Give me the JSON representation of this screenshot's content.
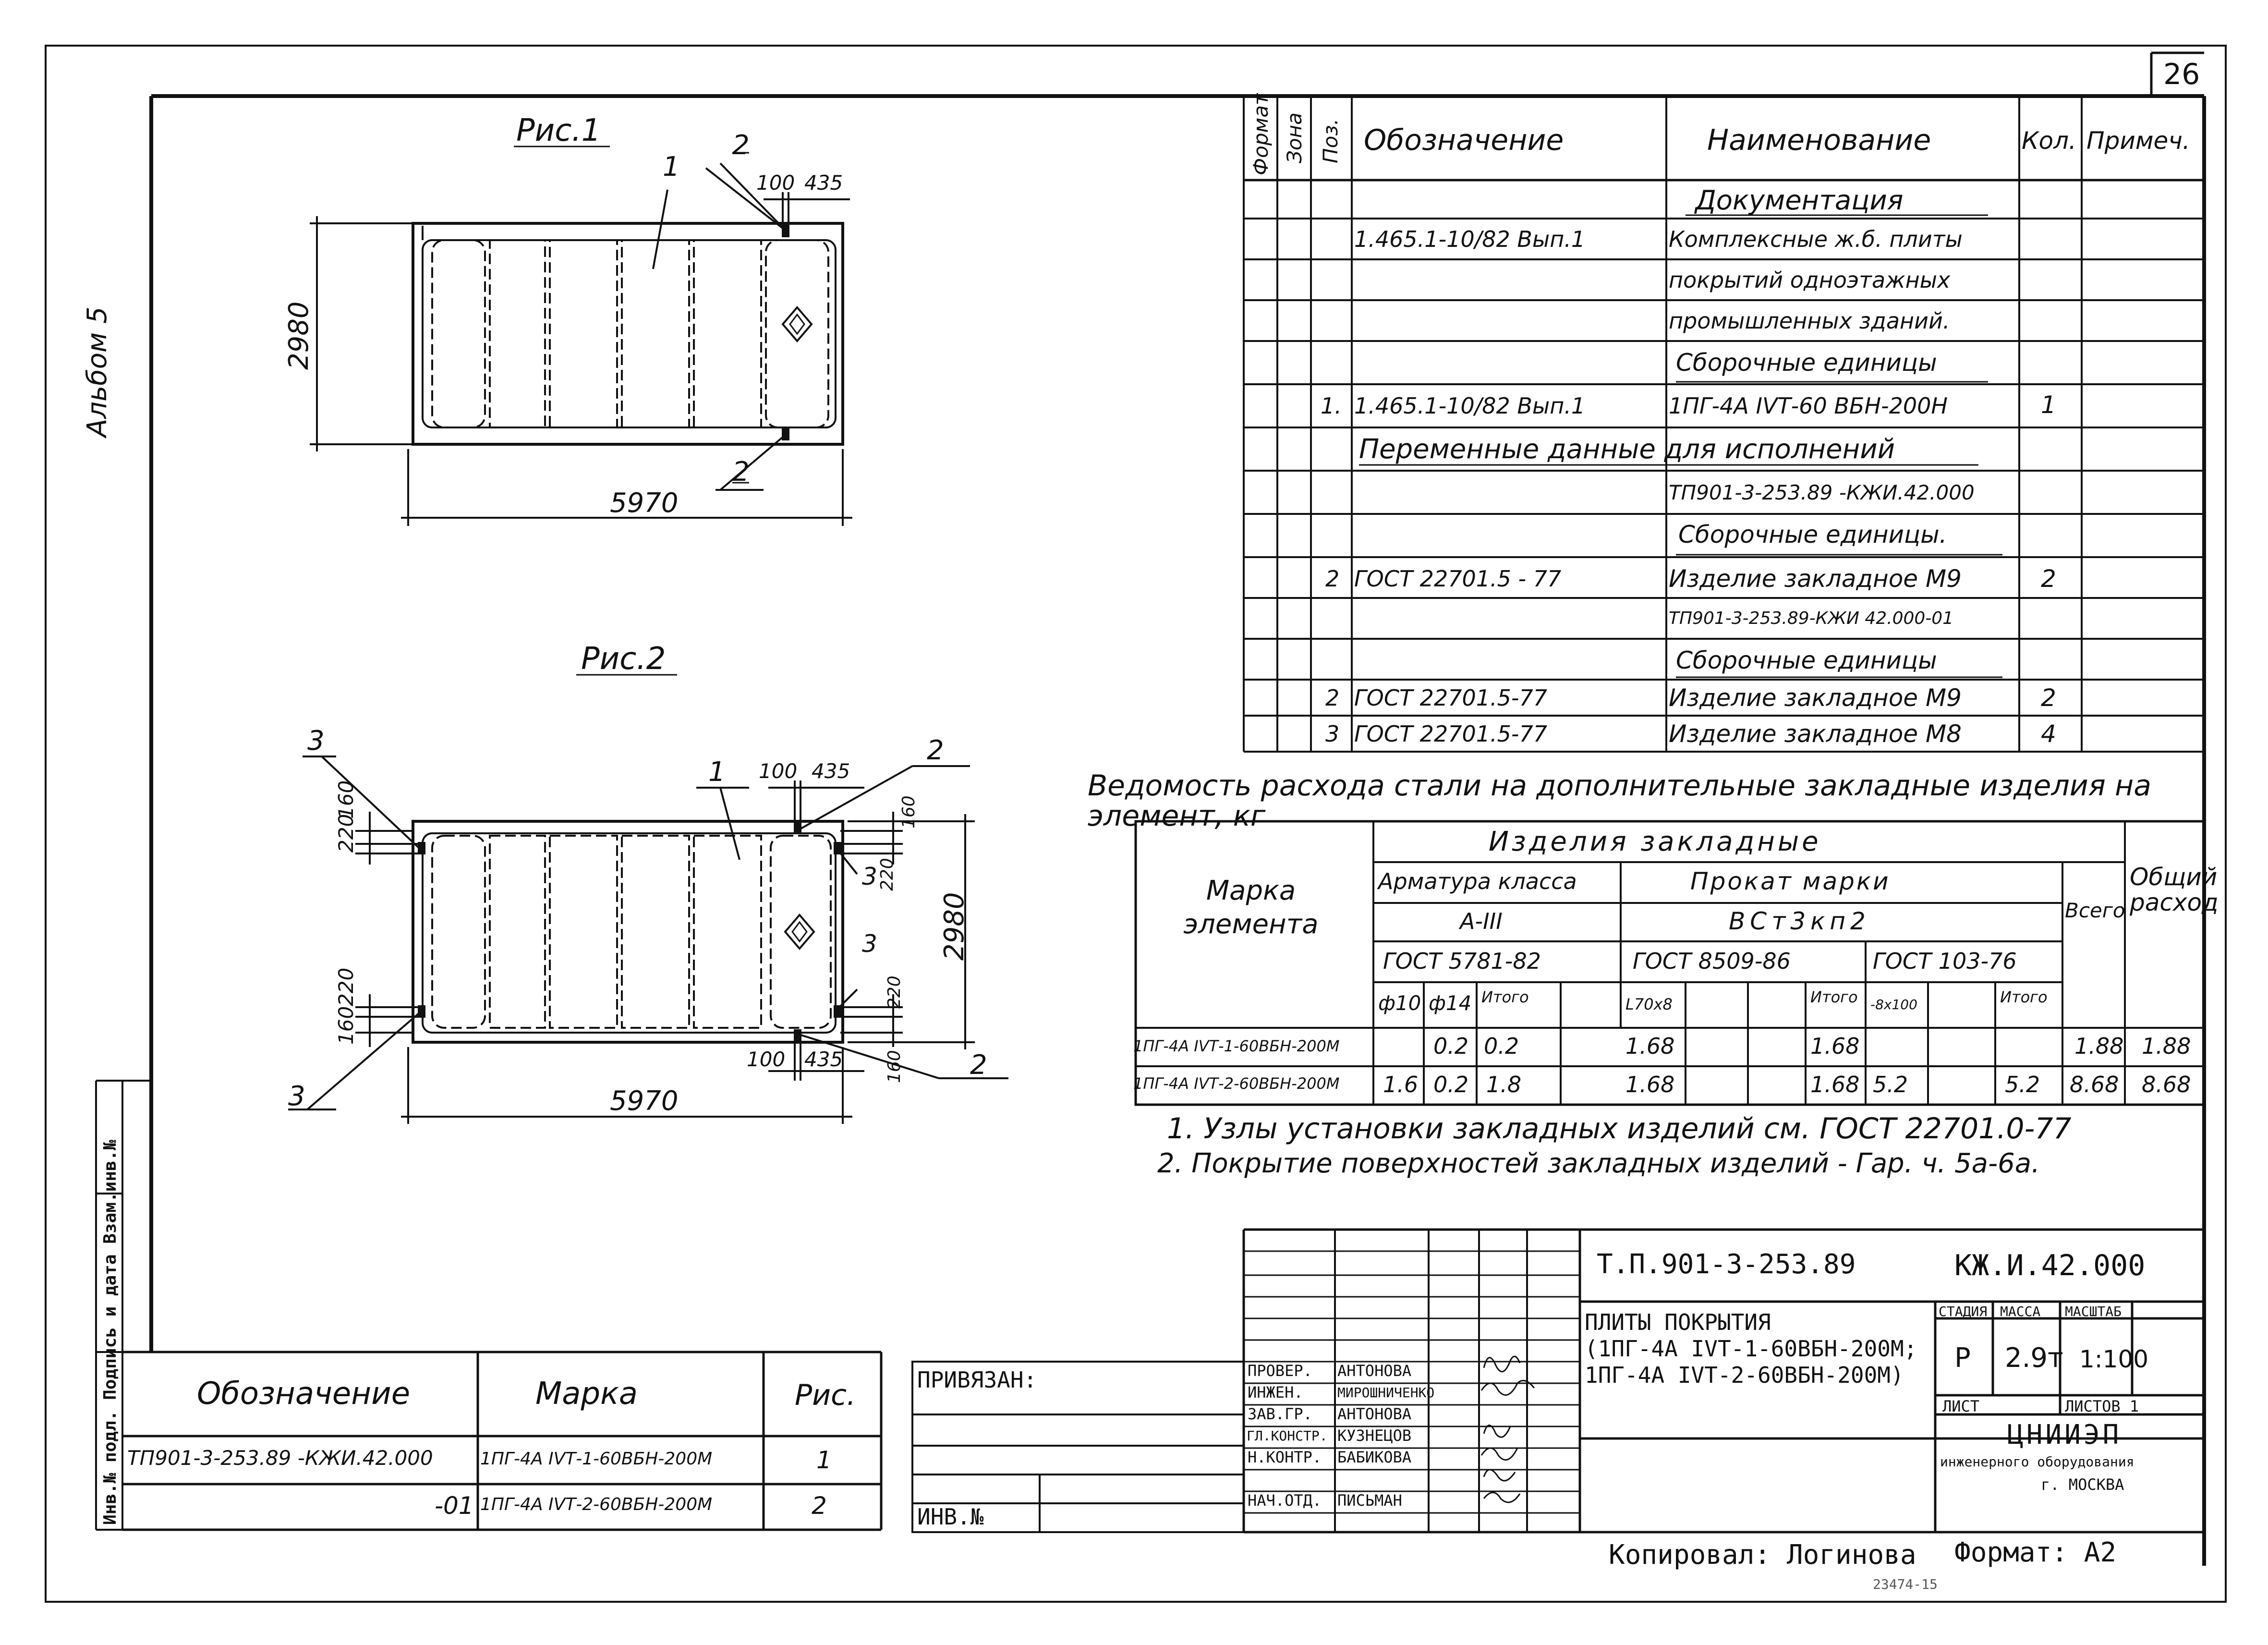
{
  "sheet_number": "26",
  "album_label": "Альбом 5",
  "fig1": {
    "title": "Рис.1",
    "dims": [
      "2980",
      "5970",
      "100",
      "435"
    ],
    "callouts": [
      "1",
      "2",
      "2"
    ]
  },
  "fig2": {
    "title": "Рис.2",
    "dims": [
      "2980",
      "5970",
      "100",
      "435",
      "100",
      "435",
      "220",
      "160",
      "220",
      "160",
      "160",
      "220",
      "160",
      "220"
    ],
    "callouts": [
      "1",
      "2",
      "2",
      "3",
      "3",
      "3",
      "3"
    ]
  },
  "spec": {
    "headers": {
      "format": "Формат",
      "zone": "Зона",
      "pos": "Поз.",
      "designation": "Обозначение",
      "name": "Наименование",
      "qty": "Кол.",
      "note": "Примеч."
    },
    "rows": [
      {
        "pos": "",
        "designation": "",
        "name": "Документация",
        "qty": ""
      },
      {
        "pos": "",
        "designation": "1.465.1-10/82 Вып.1",
        "name": "Комплексные ж.б. плиты",
        "qty": ""
      },
      {
        "pos": "",
        "designation": "",
        "name": "покрытий одноэтажных",
        "qty": ""
      },
      {
        "pos": "",
        "designation": "",
        "name": "промышленных зданий.",
        "qty": ""
      },
      {
        "pos": "",
        "designation": "",
        "name": "Сборочные единицы",
        "qty": ""
      },
      {
        "pos": "1.",
        "designation": "1.465.1-10/82 Вып.1",
        "name": "1ПГ-4А IVТ-60 ВБН-200Н",
        "qty": "1"
      },
      {
        "pos": "",
        "designation": "Переменные данные для исполнений",
        "name": "",
        "qty": ""
      },
      {
        "pos": "",
        "designation": "",
        "name": "ТП901-3-253.89 -КЖИ.42.000",
        "qty": ""
      },
      {
        "pos": "",
        "designation": "",
        "name": "Сборочные единицы.",
        "qty": ""
      },
      {
        "pos": "2",
        "designation": "ГОСТ 22701.5 - 77",
        "name": "Изделие закладное М9",
        "qty": "2"
      },
      {
        "pos": "",
        "designation": "",
        "name": "ТП901-3-253.89-КЖИ 42.000-01",
        "qty": ""
      },
      {
        "pos": "",
        "designation": "",
        "name": "Сборочные единицы",
        "qty": ""
      },
      {
        "pos": "2",
        "designation": "ГОСТ 22701.5-77",
        "name": "Изделие закладное М9",
        "qty": "2"
      },
      {
        "pos": "3",
        "designation": "ГОСТ 22701.5-77",
        "name": "Изделие закладное М8",
        "qty": "4"
      }
    ]
  },
  "steel": {
    "title": "Ведомость расхода стали на дополнительные закладные изделия на элемент, кг",
    "mark_header": "Марка элемента",
    "group_header": "Изделия закладные",
    "armatura": "Арматура класса",
    "armatura_class": "А-III",
    "armatura_gost": "ГОСТ 5781-82",
    "prokat": "Прокат марки",
    "prokat_mark": "ВСт3кп2",
    "prokat_gost1": "ГОСТ 8509-86",
    "prokat_gost2": "ГОСТ 103-76",
    "total": "Всего",
    "overall": "Общий расход",
    "subcols": [
      "ф10",
      "ф14",
      "Итого",
      "L70х8",
      "",
      "",
      "Итого",
      "-8х100",
      "",
      "Итого"
    ],
    "rows": [
      {
        "mark": "1ПГ-4А IVТ-1-60ВБН-200М",
        "vals": [
          "",
          "0.2",
          "0.2",
          "1.68",
          "",
          "",
          "1.68",
          "",
          "",
          ""
        ],
        "total": "1.88",
        "overall": "1.88"
      },
      {
        "mark": "1ПГ-4А IVТ-2-60ВБН-200М",
        "vals": [
          "1.6",
          "0.2",
          "1.8",
          "1.68",
          "",
          "",
          "1.68",
          "5.2",
          "",
          "5.2"
        ],
        "total": "8.68",
        "overall": "8.68"
      }
    ]
  },
  "notes": [
    "1. Узлы установки закладных изделий см. ГОСТ 22701.0-77",
    "2. Покрытие поверхностей закладных изделий - Гар. ч. 5а-6а."
  ],
  "marks_table": {
    "headers": {
      "designation": "Обозначение",
      "mark": "Марка",
      "fig": "Рис."
    },
    "rows": [
      {
        "designation": "ТП901-3-253.89 -КЖИ.42.000",
        "mark": "1ПГ-4А IVТ-1-60ВБН-200М",
        "fig": "1"
      },
      {
        "designation": "-01",
        "mark": "1ПГ-4А IVТ-2-60ВБН-200М",
        "fig": "2"
      }
    ]
  },
  "side_stamp": "Инв.№ подл. Подпись и дата Взам.инв.№",
  "privyazan": {
    "label": "ПРИВЯЗАН:",
    "inv": "ИНВ.№"
  },
  "title_block": {
    "project_code": "Т.П.901-3-253.89",
    "doc_code": "КЖ.И.42.000",
    "title_lines": [
      "ПЛИТЫ ПОКРЫТИЯ",
      "(1ПГ-4А IVТ-1-60ВБН-200М;",
      "1ПГ-4А IVТ-2-60ВБН-200М)"
    ],
    "stadia_label": "СТАДИЯ",
    "massa_label": "МАССА",
    "masshtab_label": "МАСШТАБ",
    "stadia": "Р",
    "massa": "2.9т",
    "masshtab": "1:100",
    "list_label": "ЛИСТ",
    "listov_label": "ЛИСТОВ 1",
    "org": [
      "ЦНИИЭП",
      "инженерного оборудования",
      "г. МОСКВА"
    ],
    "staff": [
      {
        "role": "ПРОВЕР.",
        "name": "АНТОНОВА"
      },
      {
        "role": "ИНЖЕН.",
        "name": "МИРОШНИЧЕНКО"
      },
      {
        "role": "ЗАВ.ГР.",
        "name": "АНТОНОВА"
      },
      {
        "role": "ГЛ.КОНСТР.",
        "name": "КУЗНЕЦОВ"
      },
      {
        "role": "Н.КОНТР.",
        "name": "БАБИКОВА"
      },
      {
        "role": "НАЧ.ОТД.",
        "name": "ПИСЬМАН"
      }
    ]
  },
  "footer": {
    "copied": "Копировал: Логинова",
    "format": "Формат: А2",
    "order": "23474-15"
  }
}
